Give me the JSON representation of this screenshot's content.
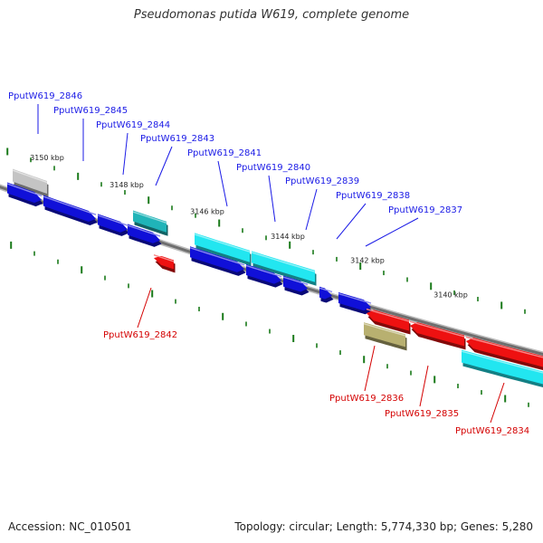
{
  "title": "Pseudomonas putida W619, complete genome",
  "footer": {
    "accession": "Accession: NC_010501",
    "summary": "Topology: circular; Length: 5,774,330 bp; Genes: 5,280"
  },
  "colors": {
    "blue": "#1010d8",
    "cyan": "#22e6f0",
    "teal": "#20b4b8",
    "red": "#ee1111",
    "olive": "#b8b070",
    "gray": "#c4c4c4",
    "label_blue": "#1a1ae6",
    "label_red": "#d40000",
    "tick_green": "#1a7a1a"
  },
  "scale_labels": [
    "3150 kbp",
    "3148 kbp",
    "3146 kbp",
    "3144 kbp",
    "3142 kbp",
    "3140 kbp"
  ],
  "genes": [
    {
      "name": "PputW619_2846",
      "color": "gray"
    },
    {
      "name": "PputW619_2845",
      "color": "blue"
    },
    {
      "name": "PputW619_2844",
      "color": "blue"
    },
    {
      "name": "PputW619_2843",
      "color": "teal"
    },
    {
      "name": "PputW619_2841",
      "color": "cyan"
    },
    {
      "name": "PputW619_2840",
      "color": "cyan"
    },
    {
      "name": "PputW619_2839",
      "color": "blue"
    },
    {
      "name": "PputW619_2838",
      "color": "blue"
    },
    {
      "name": "PputW619_2837",
      "color": "blue"
    },
    {
      "name": "PputW619_2842",
      "color": "red"
    },
    {
      "name": "PputW619_2836",
      "color": "olive"
    },
    {
      "name": "PputW619_2835",
      "color": "red"
    },
    {
      "name": "PputW619_2834",
      "color": "cyan"
    }
  ]
}
